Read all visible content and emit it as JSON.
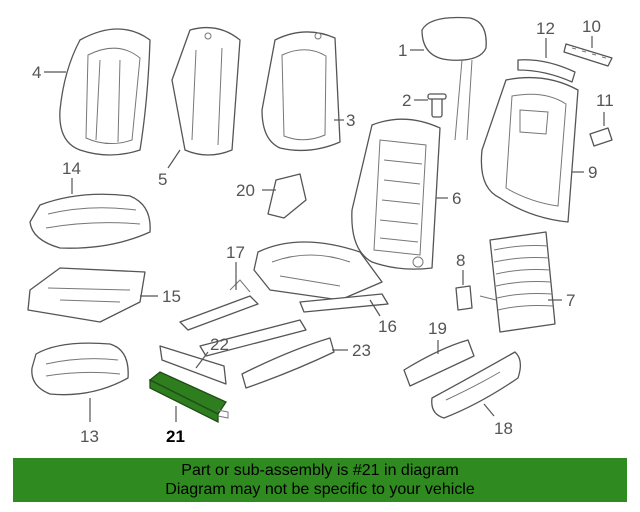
{
  "diagram": {
    "callouts": [
      "1",
      "2",
      "3",
      "4",
      "5",
      "6",
      "7",
      "8",
      "9",
      "10",
      "11",
      "12",
      "13",
      "14",
      "15",
      "16",
      "17",
      "18",
      "19",
      "20",
      "21",
      "22",
      "23"
    ],
    "highlighted_callout": "21",
    "highlight_color": "#2f8a1f"
  },
  "banner": {
    "line1": "Part or sub-assembly is #21 in diagram",
    "line2": "Diagram may not be specific to your vehicle"
  }
}
